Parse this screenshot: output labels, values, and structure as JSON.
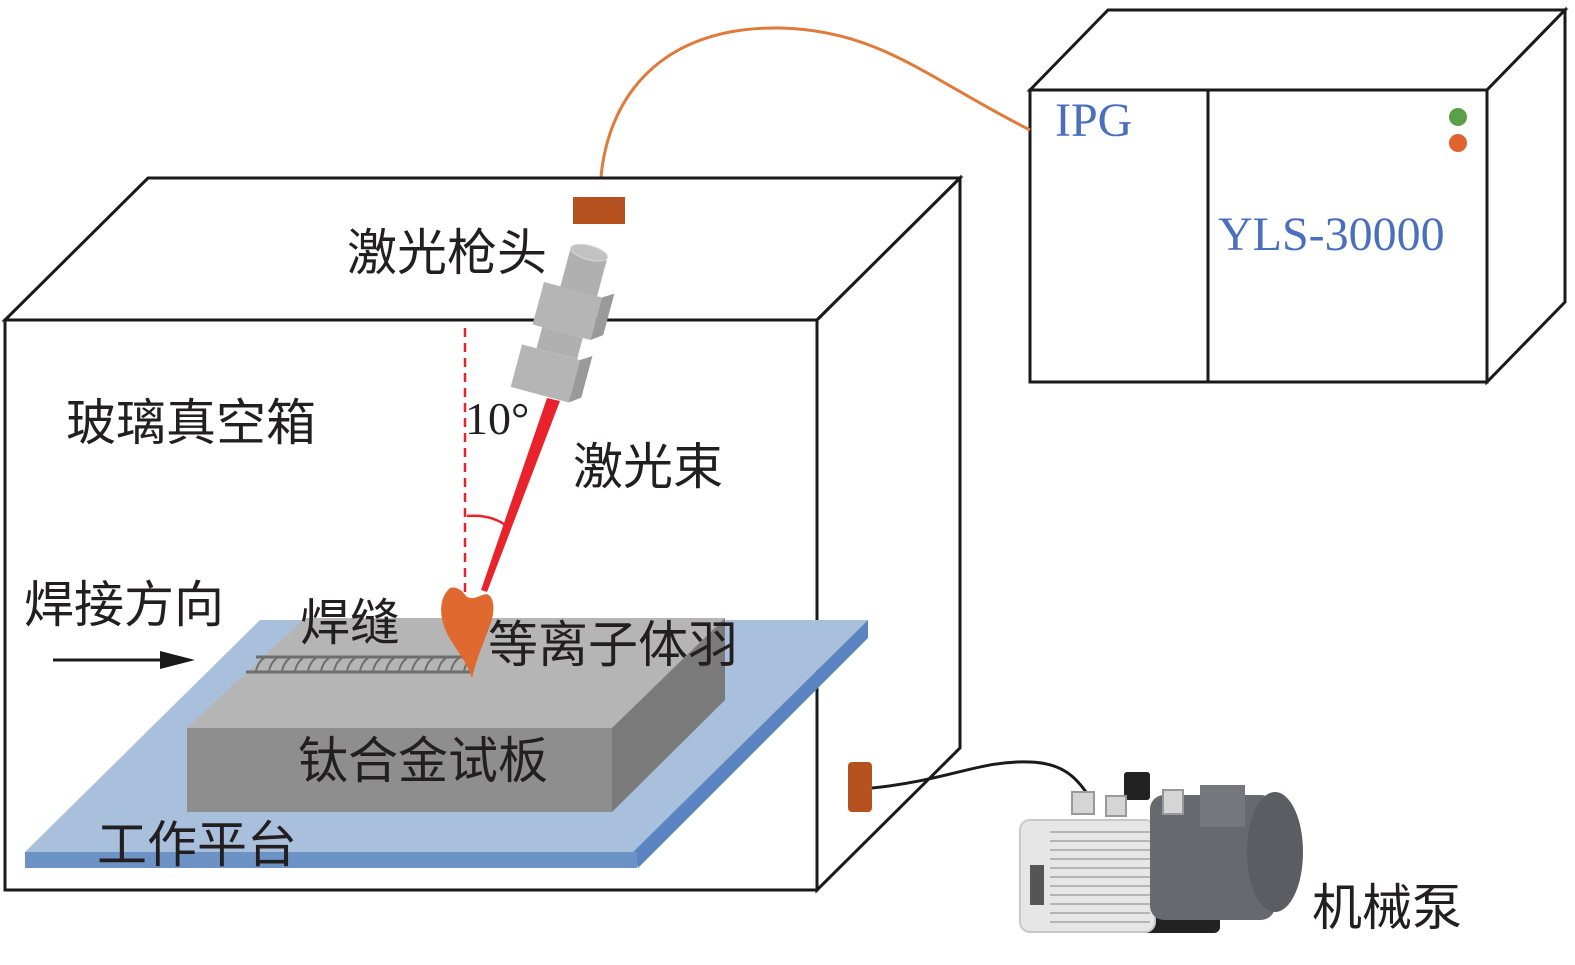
{
  "diagram": {
    "title": "Vacuum laser welding setup",
    "labels": {
      "laser_head": "激光枪头",
      "vacuum_box": "玻璃真空箱",
      "angle": "10°",
      "laser_beam": "激光束",
      "welding_direction": "焊接方向",
      "weld_seam": "焊缝",
      "plasma_plume": "等离子体羽",
      "titanium_plate": "钛合金试板",
      "work_platform": "工作平台",
      "mechanical_pump": "机械泵"
    },
    "laser_source": {
      "brand": "IPG",
      "model": "YLS-30000",
      "indicator_colors": [
        "#5aa046",
        "#e0622e"
      ]
    },
    "beam_angle_deg": 10,
    "colors": {
      "fiber": "#e07a3a",
      "beam": "#e8232b",
      "plume": "#e0692f",
      "connector": "#b5521f",
      "platform_top": "#a9c0dc",
      "platform_edge": "#5b85c0",
      "plate_top": "#b5b5b5",
      "plate_front": "#8e8e8e",
      "plate_side": "#7a7a7a",
      "text_blue": "#4a6fbf"
    }
  }
}
